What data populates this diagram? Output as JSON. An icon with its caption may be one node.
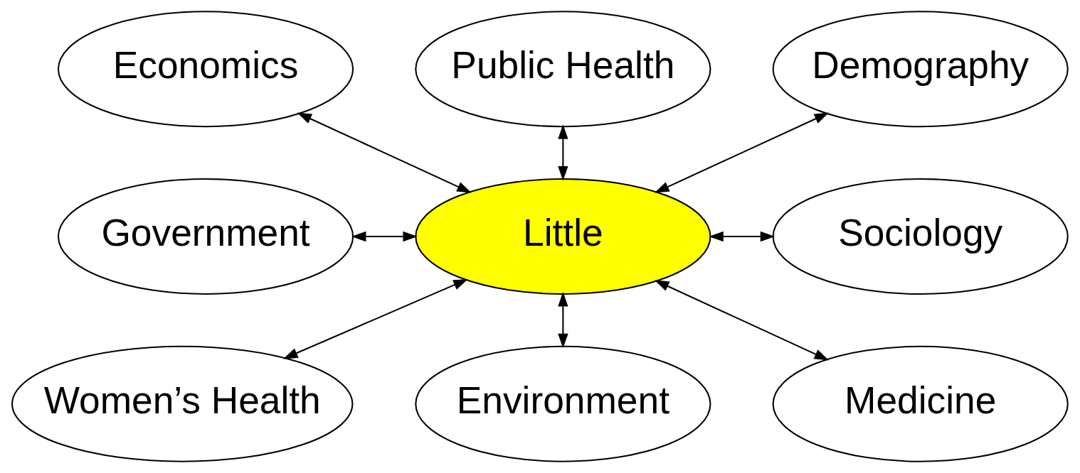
{
  "diagram": {
    "nodes": [
      {
        "text": [
          "Economics"
        ]
      },
      {
        "text": [
          "Public Health"
        ]
      },
      {
        "text": [
          "Demography"
        ]
      },
      {
        "text": [
          "Government"
        ]
      },
      {
        "text": [
          "Little"
        ]
      },
      {
        "text": [
          "Sociology"
        ]
      },
      {
        "text": [
          "Women’s Health"
        ]
      },
      {
        "text": [
          "Environment"
        ]
      },
      {
        "text": [
          "Medicine"
        ]
      }
    ],
    "edges": [
      {
        "from": 1,
        "to": 4,
        "arrow": "both"
      },
      {
        "from": 0,
        "to": 4,
        "arrow": "both"
      },
      {
        "from": 2,
        "to": 4,
        "arrow": "both"
      },
      {
        "from": 3,
        "to": 4,
        "arrow": "both"
      },
      {
        "from": 4,
        "to": 5,
        "arrow": "both"
      },
      {
        "from": 4,
        "to": 6,
        "arrow": "both"
      },
      {
        "from": 4,
        "to": 7,
        "arrow": "both"
      },
      {
        "from": 4,
        "to": 8,
        "arrow": "both"
      }
    ]
  }
}
